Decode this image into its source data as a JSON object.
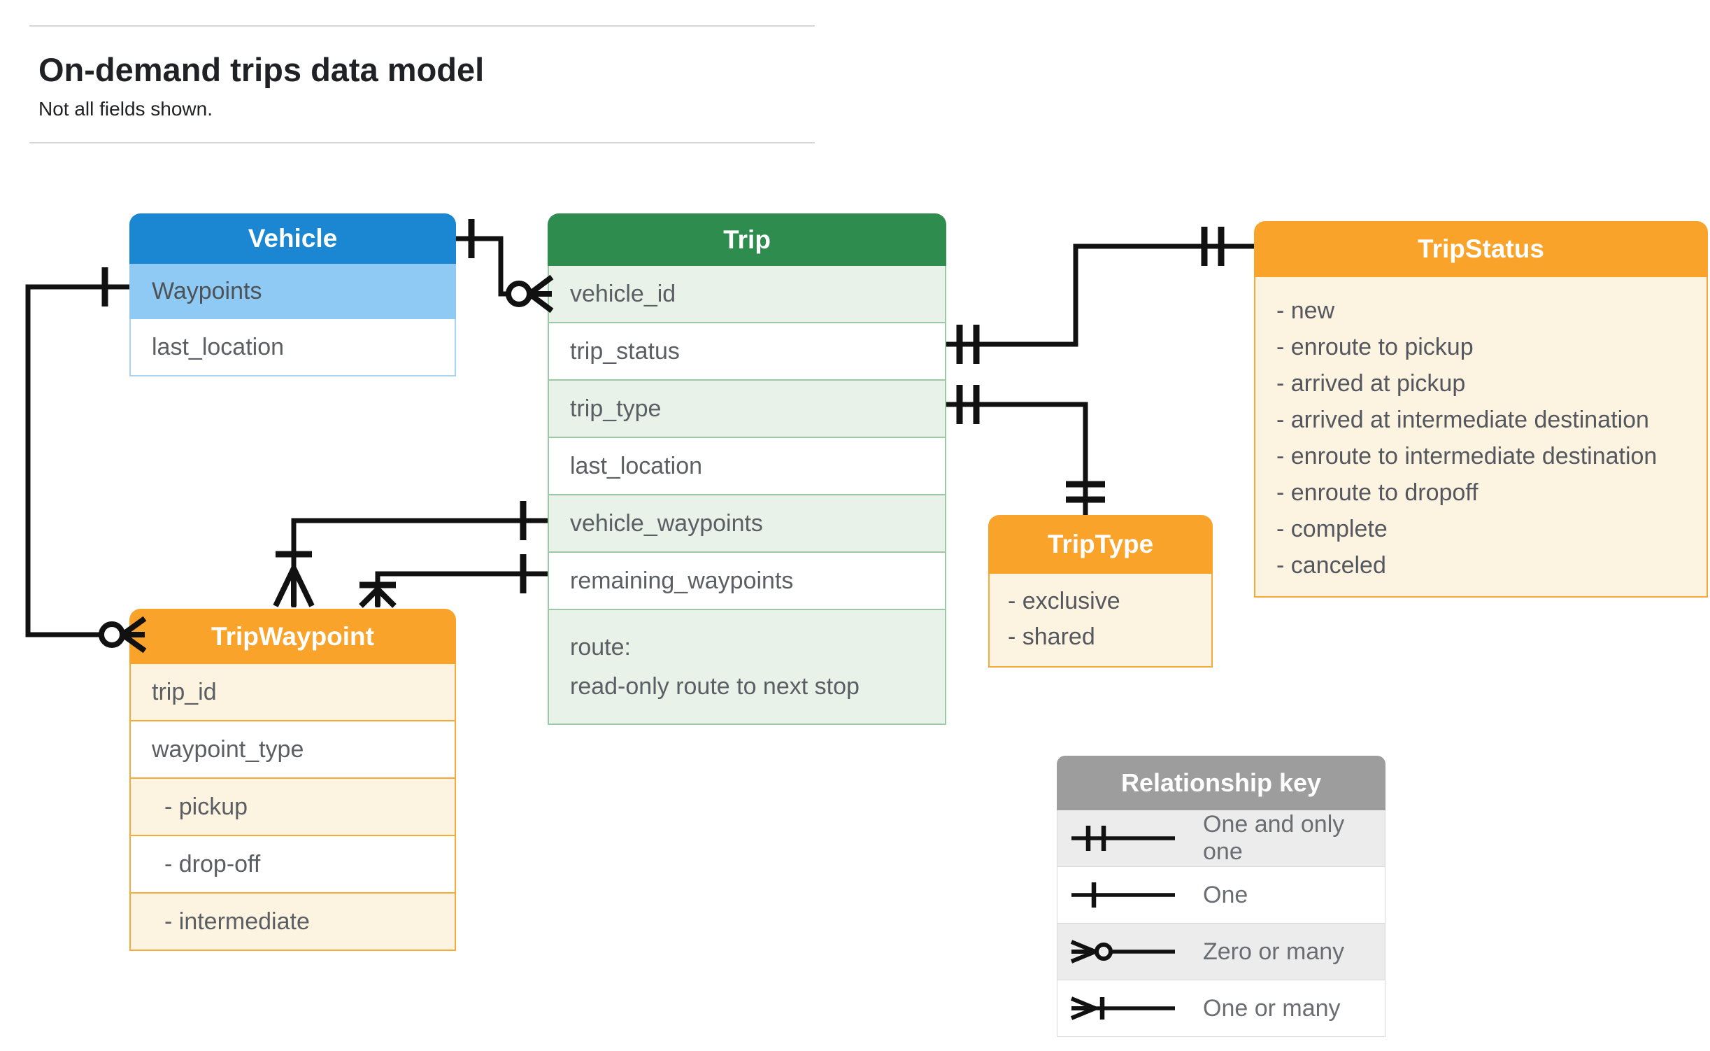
{
  "page": {
    "title": "On-demand trips data model",
    "subtitle": "Not all fields shown."
  },
  "entities": {
    "vehicle": {
      "title": "Vehicle",
      "fields": [
        "Waypoints",
        "last_location"
      ]
    },
    "trip": {
      "title": "Trip",
      "fields": [
        "vehicle_id",
        "trip_status",
        "trip_type",
        "last_location",
        "vehicle_waypoints",
        "remaining_waypoints"
      ],
      "route_field": {
        "name": "route:",
        "description": "read-only route to next stop"
      }
    },
    "trip_status": {
      "title": "TripStatus",
      "items": [
        "- new",
        "- enroute to pickup",
        "- arrived at pickup",
        "- arrived at intermediate destination",
        "- enroute to intermediate destination",
        "- enroute to dropoff",
        "- complete",
        "- canceled"
      ]
    },
    "trip_waypoint": {
      "title": "TripWaypoint",
      "fields": [
        "trip_id",
        "waypoint_type",
        "- pickup",
        "- drop-off",
        "- intermediate"
      ]
    },
    "trip_type": {
      "title": "TripType",
      "items": [
        "- exclusive",
        "- shared"
      ]
    }
  },
  "legend": {
    "title": "Relationship key",
    "items": [
      {
        "symbol": "one-and-only-one",
        "label": "One and only one"
      },
      {
        "symbol": "one",
        "label": "One"
      },
      {
        "symbol": "zero-or-many",
        "label": "Zero or many"
      },
      {
        "symbol": "one-or-many",
        "label": "One or many"
      }
    ]
  },
  "colors": {
    "blue_header": "#1b87d3",
    "blue_highlight": "#8ecaf4",
    "green_header": "#2e8c4f",
    "green_tint": "#e8f2e9",
    "orange_header": "#f9a32a",
    "cream_tint": "#fdf3e1",
    "legend_header_gray": "#9d9d9d",
    "legend_row_gray": "#ececec",
    "line_black": "#111111",
    "text_gray": "#5b5f64"
  }
}
